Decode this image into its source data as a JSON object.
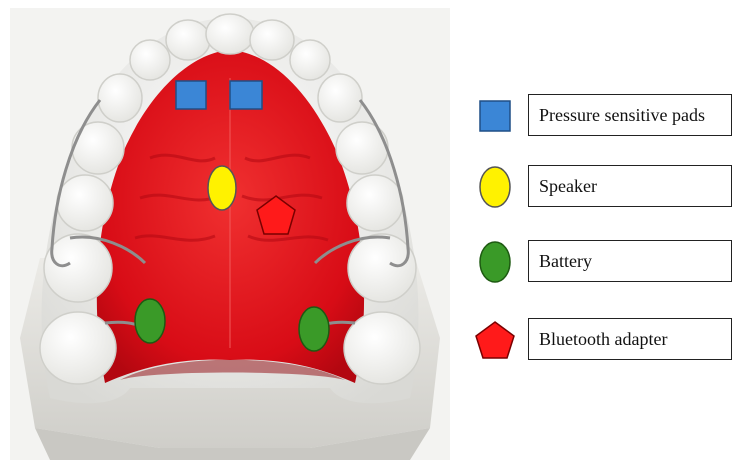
{
  "legend": {
    "items": [
      {
        "label": "Pressure sensitive pads",
        "shape": "square",
        "color": "#3b86d6",
        "icon": "blue-square-icon"
      },
      {
        "label": "Speaker",
        "shape": "ellipse",
        "color": "#fff200",
        "icon": "yellow-circle-icon"
      },
      {
        "label": "Battery",
        "shape": "ellipse",
        "color": "#3a9a28",
        "icon": "green-circle-icon"
      },
      {
        "label": "Bluetooth adapter",
        "shape": "pentagon",
        "color": "#ff1a1a",
        "icon": "red-pentagon-icon"
      }
    ]
  },
  "colors": {
    "acrylic": "#e2101a",
    "teeth": "#fbfbfa",
    "plaster": "#efefec",
    "wire": "#9a9a9a"
  }
}
